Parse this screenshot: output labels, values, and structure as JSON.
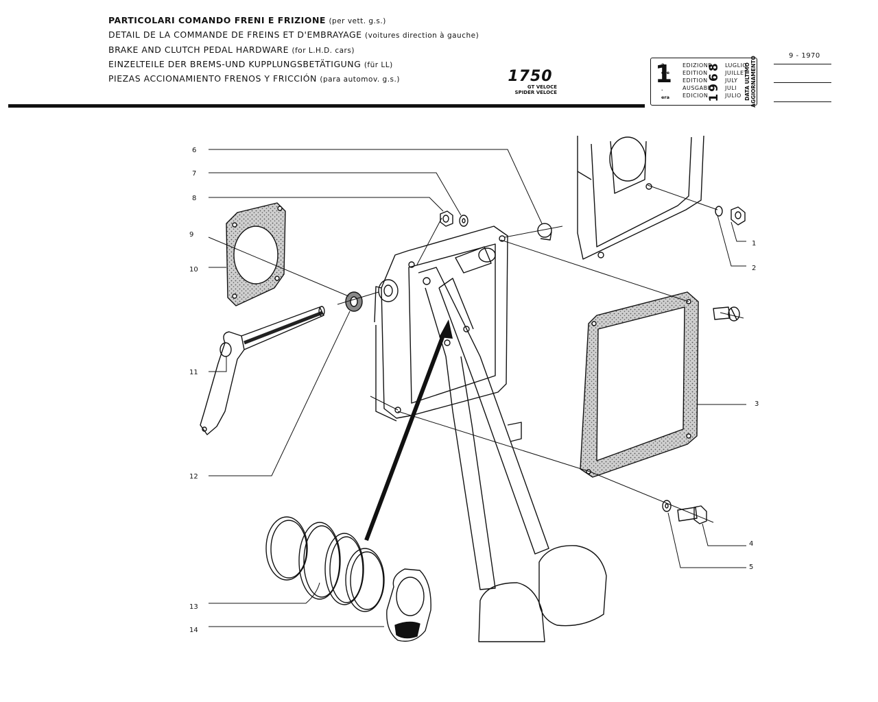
{
  "header": {
    "titles": [
      {
        "main": "PARTICOLARI COMANDO FRENI E FRIZIONE",
        "note": "(per vett. g.s.)"
      },
      {
        "main": "DETAIL DE LA COMMANDE DE FREINS ET D'EMBRAYAGE",
        "note": "(voitures direction à gauche)"
      },
      {
        "main": "BRAKE AND CLUTCH PEDAL HARDWARE",
        "note": "(for L.H.D. cars)"
      },
      {
        "main": "EINZELTEILE DER BREMS-UND KUPPLUNGSBETÄTIGUNG",
        "note": "(für LL)"
      },
      {
        "main": "PIEZAS ACCIONAMIENTO FRENOS Y FRICCIÓN",
        "note": "(para automov. g.s.)"
      }
    ],
    "model": {
      "number": "1750",
      "variants": [
        "GT VELOCE",
        "SPIDER VELOCE"
      ]
    },
    "edition": {
      "ordinal": "1",
      "suffixes": [
        "a",
        "ere",
        "st",
        ".",
        "era"
      ],
      "labels": [
        "EDIZIONE",
        "EDITION",
        "EDITION",
        "AUSGABE",
        "EDICION"
      ],
      "months": [
        "LUGLIO",
        "JUILLET",
        "JULY",
        "JULI",
        "JULIO"
      ],
      "year": "1968"
    },
    "last_update": {
      "label_line1": "DATA ULTIMO",
      "label_line2": "AGGIORNAMENTO",
      "date": "9 - 1970"
    }
  },
  "callouts": [
    "1",
    "2",
    "3",
    "4",
    "5",
    "6",
    "7",
    "8",
    "9",
    "10",
    "11",
    "12",
    "13",
    "14"
  ],
  "colors": {
    "ink": "#111111",
    "paper": "#ffffff",
    "gasket": "#8a8a8a"
  }
}
